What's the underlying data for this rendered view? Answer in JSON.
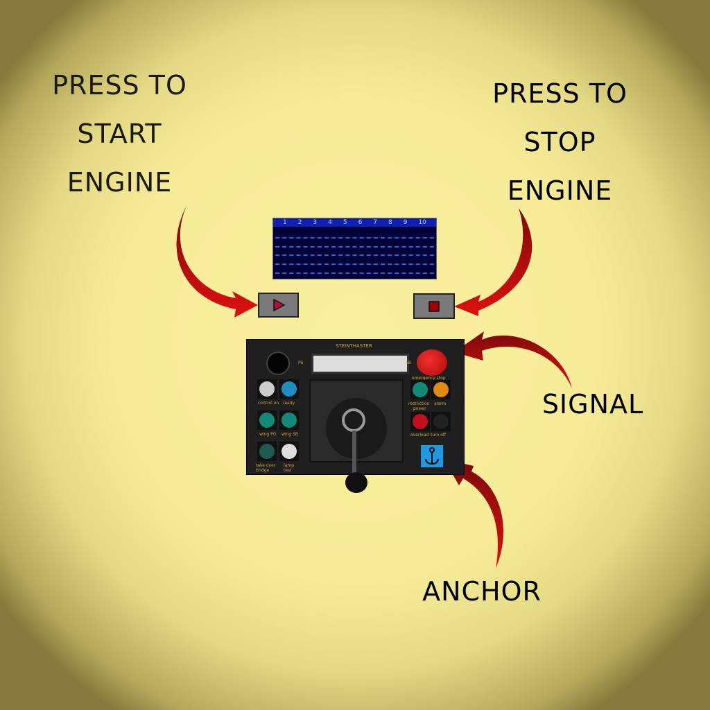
{
  "annotations": {
    "start": [
      "PRESS TO",
      "START",
      "ENGINE"
    ],
    "stop": [
      "PRESS TO",
      "STOP",
      "ENGINE"
    ],
    "signal": "SIGNAL",
    "anchor": "ANCHOR"
  },
  "display": {
    "columns": [
      "1",
      "2",
      "3",
      "4",
      "5",
      "6",
      "7",
      "8",
      "9",
      "10"
    ]
  },
  "controls": {
    "start_icon": "play-icon",
    "stop_icon": "stop-icon"
  },
  "panel": {
    "brand": "STEINTHASTER",
    "ps": "PS",
    "sb": "SB",
    "emergency_stop": "emergency stop",
    "control_on": "control on",
    "ready": "ready",
    "wing_ps": "wing PO",
    "wing_sb": "wing SB",
    "take_over": "take over bridge",
    "lamp_test": "lamp test",
    "restriction": "restriction",
    "alarm": "alarm",
    "power": "power",
    "overload": "overload",
    "turn_off": "turn off"
  },
  "colors": {
    "arrow": "#d41010",
    "emergency": "#d81818",
    "anchor_bg": "#1e9be0"
  }
}
